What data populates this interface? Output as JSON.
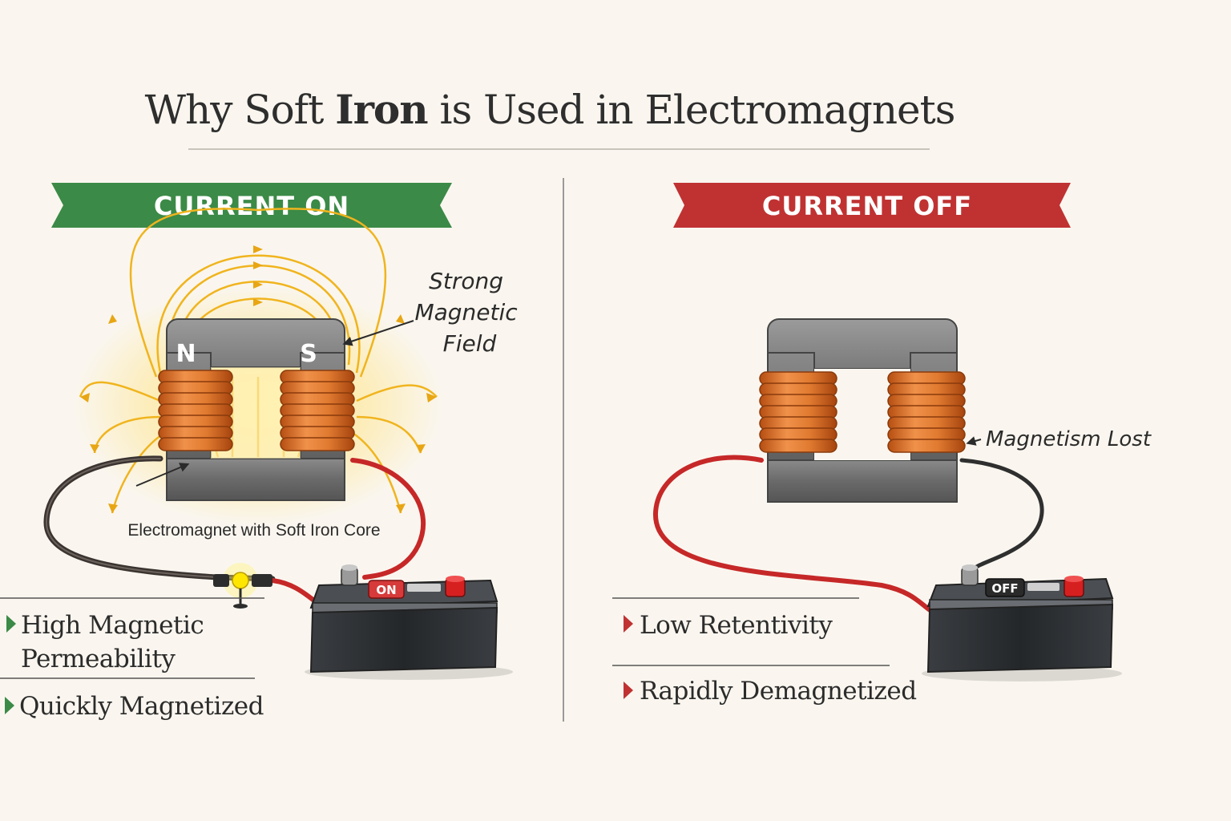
{
  "title": {
    "pre": "Why Soft ",
    "bold": "Iron",
    "post": " is Used in Electromagnets"
  },
  "colors": {
    "green_banner": "#3b8a47",
    "red_banner": "#c03232",
    "copper": "#d66a22",
    "field_lines": "#f0b41e",
    "iron": "#6f6f6f",
    "battery": "#2e3134"
  },
  "left_panel": {
    "banner": "CURRENT ON",
    "pole_north": "N",
    "pole_south": "S",
    "field_label": [
      "Strong",
      "Magnetic",
      "Field"
    ],
    "caption": "Electromagnet with Soft Iron Core",
    "switch_label": "ON",
    "bullets": [
      {
        "lines": [
          "High Magnetic",
          "Permeability"
        ]
      },
      {
        "lines": [
          "Quickly Magnetized"
        ]
      }
    ]
  },
  "right_panel": {
    "banner": "CURRENT OFF",
    "status_label": "Magnetism Lost",
    "switch_label": "OFF",
    "bullets": [
      {
        "lines": [
          "Low Retentivity"
        ]
      },
      {
        "lines": [
          "Rapidly Demagnetized"
        ]
      }
    ]
  }
}
